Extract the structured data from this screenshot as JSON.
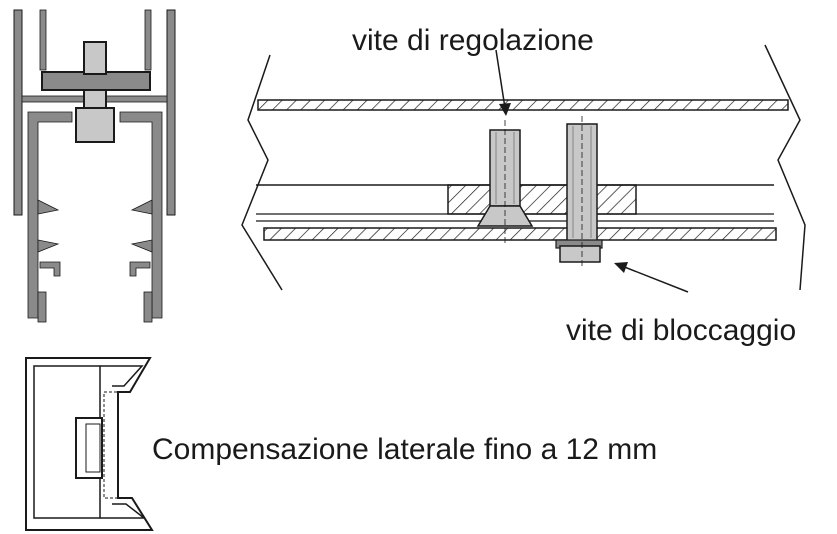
{
  "labels": {
    "adjust_screw": "vite di regolazione",
    "lock_screw": "vite di bloccaggio",
    "compensation": "Compensazione laterale fino a 12 mm"
  },
  "colors": {
    "profile_gray": "#8a8a8a",
    "part_gray": "#c8c8c8",
    "line": "#1a1a1a"
  }
}
